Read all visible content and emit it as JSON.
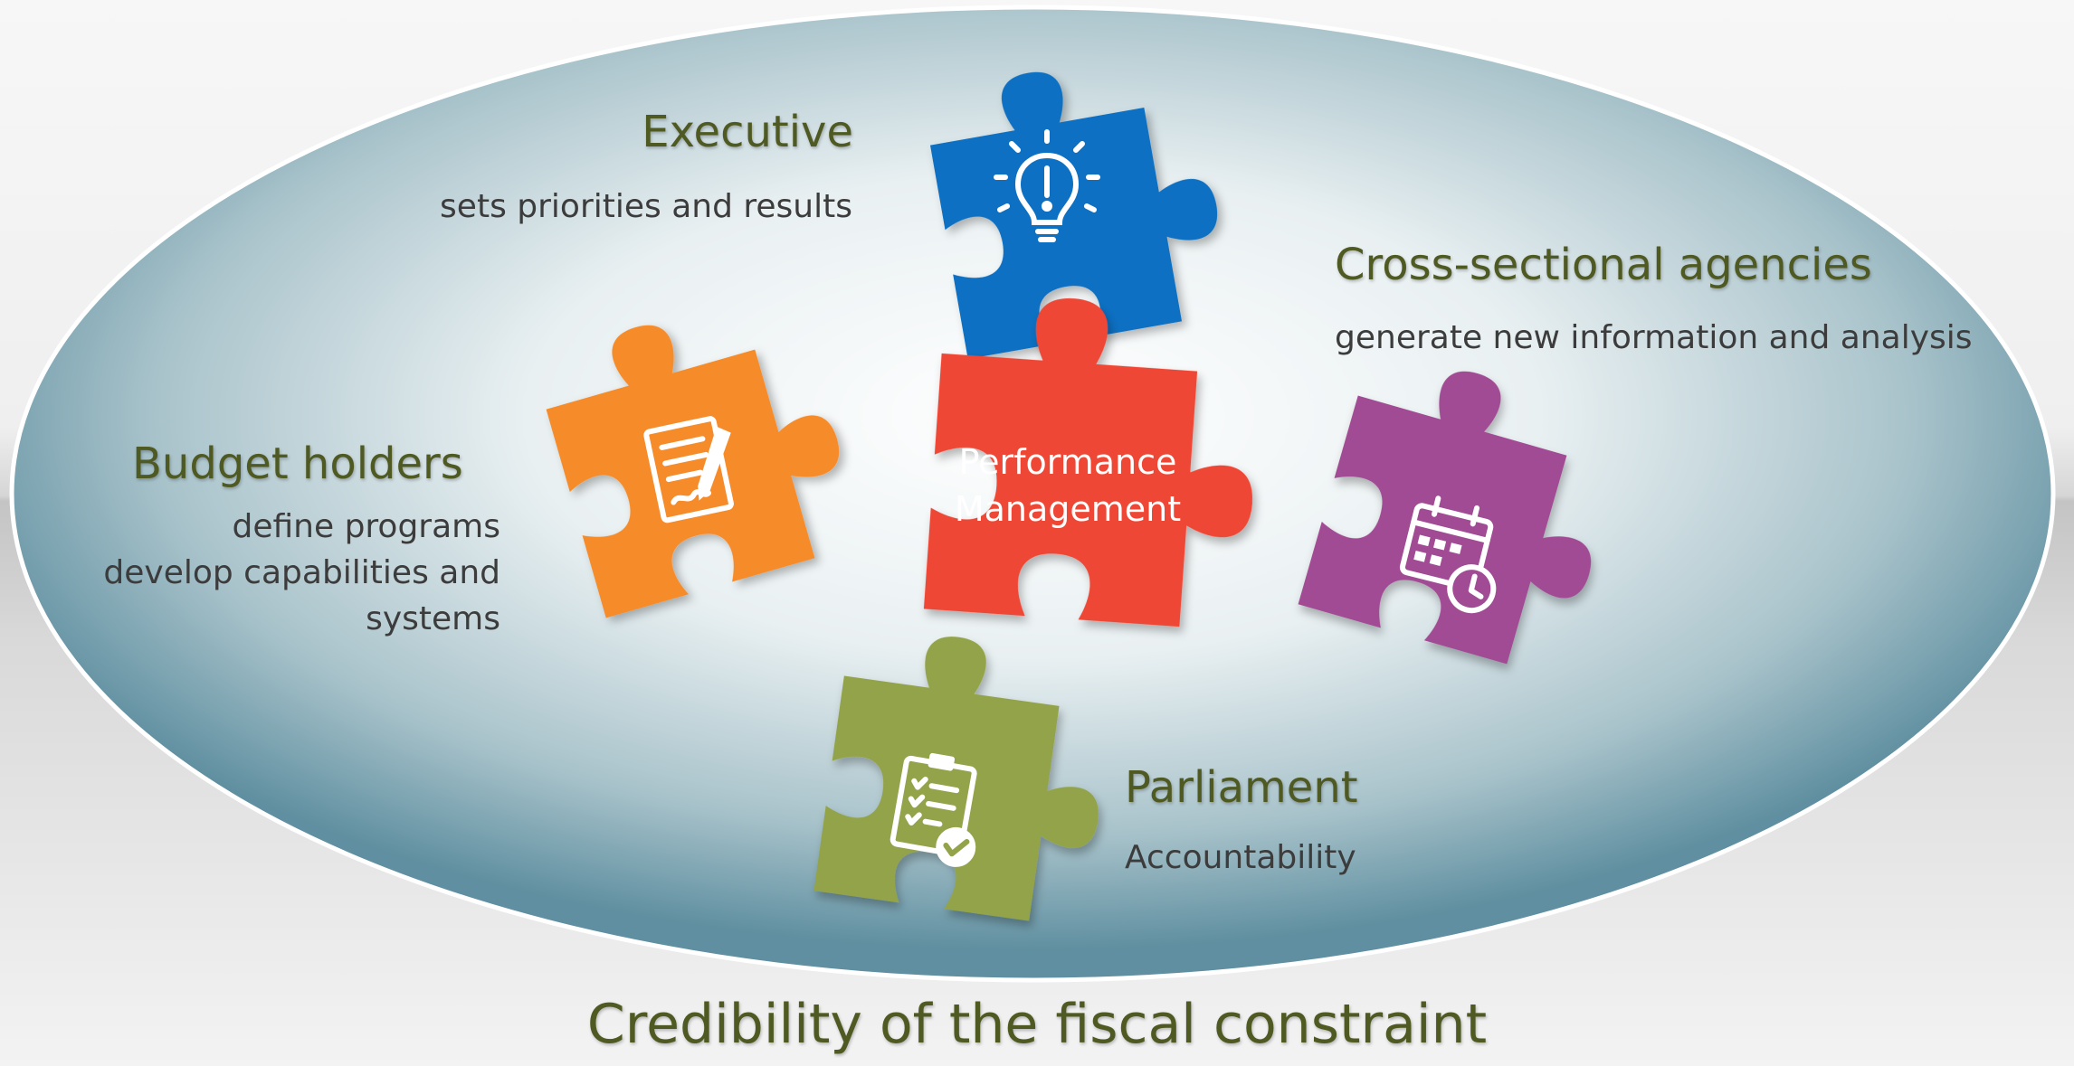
{
  "executive": {
    "title": "Executive",
    "description": "sets priorities and results"
  },
  "cross_sectional": {
    "title": "Cross-sectional agencies",
    "description": "generate new information and analysis"
  },
  "budget_holders": {
    "title": "Budget holders",
    "lines": [
      "define programs",
      "develop capabilities and",
      "systems"
    ]
  },
  "parliament": {
    "title": "Parliament",
    "description": "Accountability"
  },
  "center": {
    "line1": "Performance",
    "line2": "Management"
  },
  "footer": {
    "text": "Credibility of the fiscal constraint"
  },
  "colors": {
    "executive": "#0a6fc2",
    "budget_holders": "#f68b2c",
    "center": "#ee4636",
    "cross_sectional": "#a04b94",
    "parliament": "#93a34a",
    "heading_text": "#4f5a23"
  },
  "icons": {
    "executive": "lightbulb-icon",
    "budget_holders": "document-sign-icon",
    "cross_sectional": "calendar-clock-icon",
    "parliament": "clipboard-check-icon"
  }
}
